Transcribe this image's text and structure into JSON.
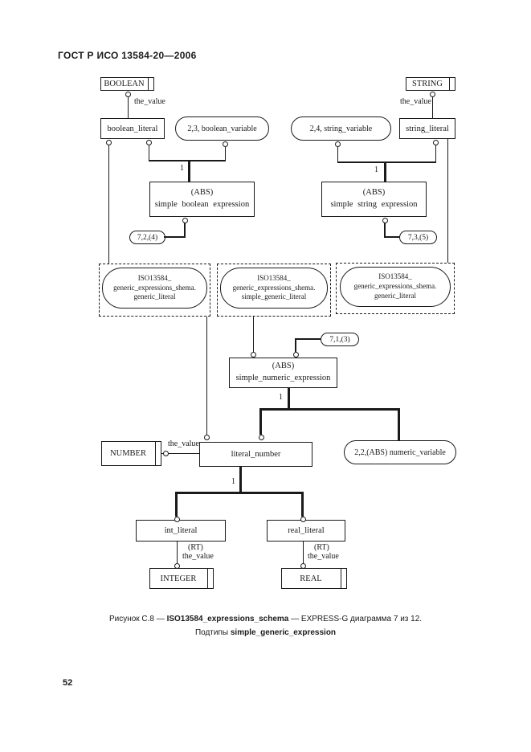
{
  "page": {
    "header": "ГОСТ Р ИСО 13584-20—2006",
    "page_number": "52",
    "caption": {
      "line1_prefix": "Рисунок С.8 — ",
      "line1_bold": "ISO13584_expressions_schema",
      "line1_suffix": " — EXPRESS-G диаграмма 7 из 12.",
      "line2_prefix": "Подтипы ",
      "line2_bold": "simple_generic_expression"
    }
  },
  "labels": {
    "the_value": "the_value",
    "one": "1",
    "rt": "(RT)",
    "abs": "(ABS)"
  },
  "nodes": {
    "boolean_type": "BOOLEAN",
    "string_type": "STRING",
    "number_type": "NUMBER",
    "integer_type": "INTEGER",
    "real_type": "REAL",
    "boolean_literal": "boolean_literal",
    "string_literal": "string_literal",
    "literal_number": "literal_number",
    "int_literal": "int_literal",
    "real_literal": "real_literal",
    "boolean_variable": "2,3, boolean_variable",
    "string_variable": "2,4, string_variable",
    "numeric_variable": "2,2,(ABS) numeric_variable",
    "simple_boolean_expression": "simple boolean expression",
    "simple_string_expression": "simple string expression",
    "simple_numeric_expression": "simple_numeric_expression",
    "ref_boolean": "7,2,(4)",
    "ref_string": "7,3,(5)",
    "ref_numeric": "7,1,(3)"
  },
  "interschema": [
    {
      "line1": "ISO13584_",
      "line2": "generic_expressions_shema.",
      "line3": "generic_literal"
    },
    {
      "line1": "ISO13584_",
      "line2": "generic_expressions_shema.",
      "line3": "simple_generic_literal"
    },
    {
      "line1": "ISO13584_",
      "line2": "generic_expressions_shema.",
      "line3": "generic_literal"
    }
  ]
}
